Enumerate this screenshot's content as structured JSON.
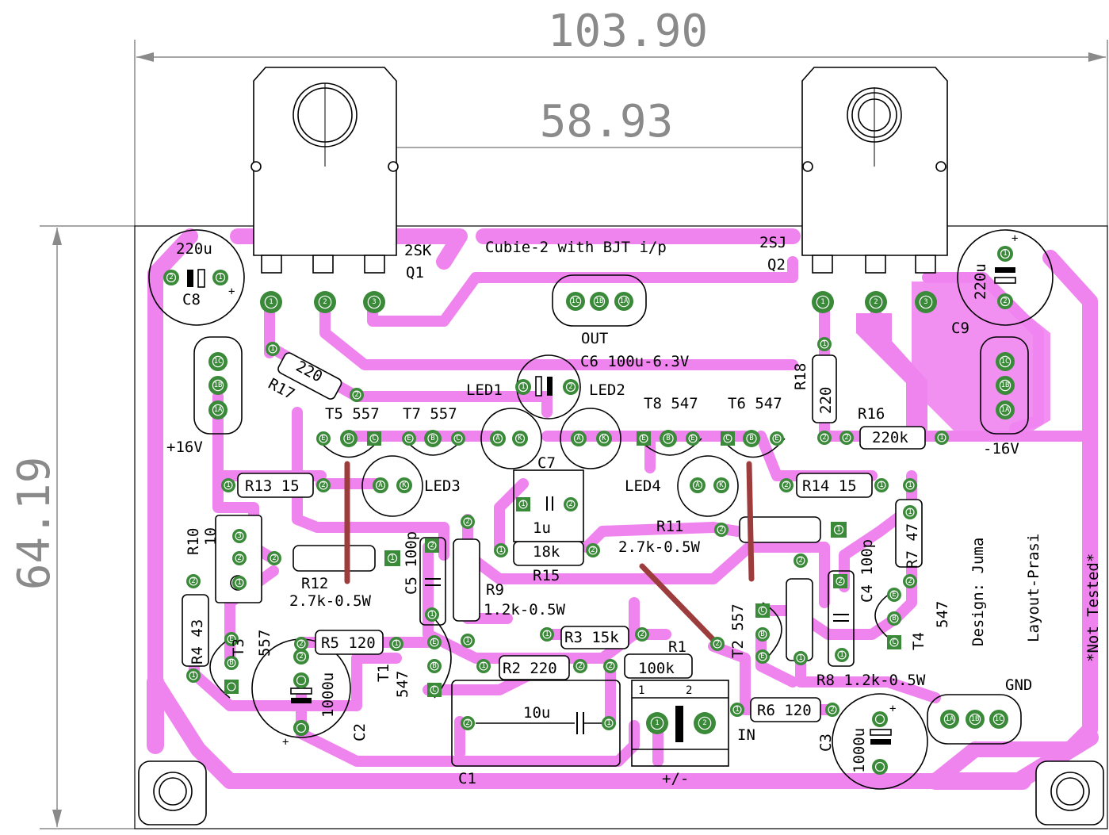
{
  "board": {
    "title": "Cubie-2 with BJT i/p",
    "dimensions": {
      "width": "103.90",
      "height": "64.19",
      "hole_spacing": "58.93"
    },
    "credits": {
      "design": "Design: Juma",
      "layout": "Layout-Prasi",
      "status": "*Not Tested*"
    }
  },
  "colors": {
    "copper": "#ef84ef",
    "pad": "#3a8a3a",
    "jumper": "#9c3c3c",
    "dimension": "#8a8a8a"
  },
  "labels": {
    "q1_type": "2SK",
    "q1": "Q1",
    "q2_type": "2SJ",
    "q2": "Q2",
    "out": "OUT",
    "c6": "C6 100u-6.3V",
    "led1": "LED1",
    "led2": "LED2",
    "led3": "LED3",
    "led4": "LED4",
    "t5": "T5 557",
    "t7": "T7 557",
    "t8": "T8 547",
    "t6": "T6 547",
    "r18": "R18",
    "r18_val": "220",
    "r16": "R16",
    "r16_val": "220k",
    "r17": "R17",
    "r17_val": "220",
    "c8": "C8",
    "c8_val": "220u",
    "c9": "C9",
    "c9_val": "220u",
    "vpos": "+16V",
    "vneg": "-16V",
    "r13": "R13 15",
    "r14": "R14 15",
    "c7": "C7",
    "c7_val": "1u",
    "r15_val": "18k",
    "r15": "R15",
    "r11": "R11",
    "r11_val": "2.7k-0.5W",
    "r10": "R10",
    "r10_val": "10",
    "r12": "R12",
    "r12_val": "2.7k-0.5W",
    "c5": "C5 100p",
    "r9": "R9",
    "r9_val": "1.2k-0.5W",
    "r7": "R7 47",
    "c4": "C4 100p",
    "t2": "T2 557",
    "t4": "T4",
    "t4_val": "547",
    "r4": "R4 43",
    "t3": "T3",
    "t3_val": "557",
    "r5": "R5 120",
    "r3": "R3 15k",
    "r1": "R1",
    "r1_val": "100k",
    "r2": "R2 220",
    "t1": "T1",
    "t1_val": "547",
    "c2": "C2",
    "c2_val": "1000u",
    "c1": "C1",
    "c1_val": "10u",
    "in": "IN",
    "pm": "+/-",
    "r6": "R6 120",
    "r8": "R8 1.2k-0.5W",
    "gnd": "GND",
    "c3": "C3",
    "c3_val": "1000u",
    "plus": "+"
  },
  "pin_labels": {
    "one": "1",
    "two": "2",
    "three": "3",
    "a": "A",
    "k": "K",
    "e": "E",
    "b": "B",
    "c": "C",
    "p1a": "1A",
    "p1b": "1B",
    "p1c": "1C"
  }
}
